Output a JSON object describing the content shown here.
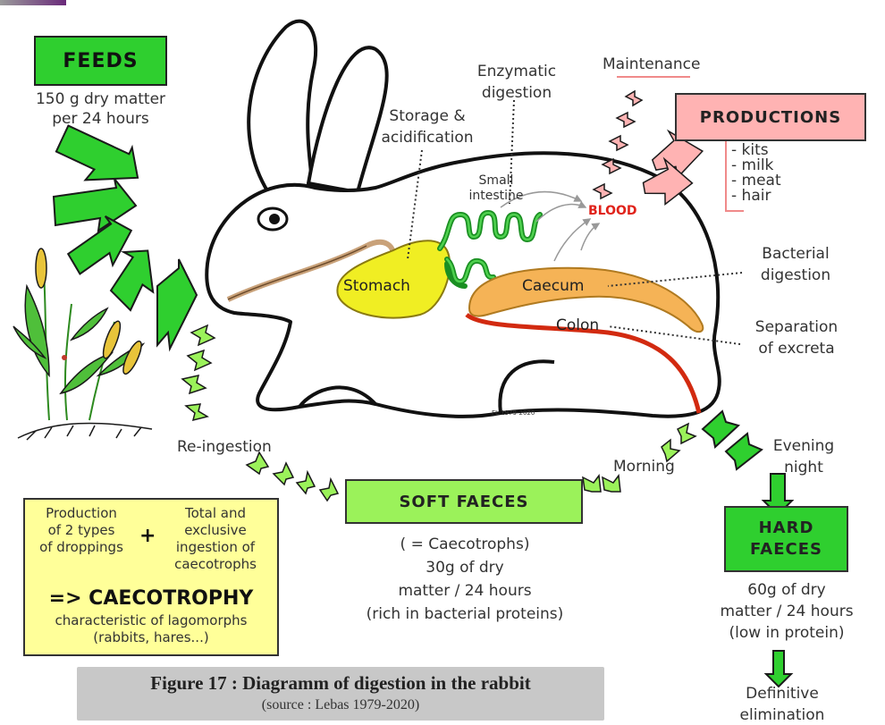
{
  "feeds": {
    "title": "FEEDS",
    "line1": "150 g dry matter",
    "line2": "per 24 hours"
  },
  "labels": {
    "storage1": "Storage &",
    "storage2": "acidification",
    "enzymatic1": "Enzymatic",
    "enzymatic2": "digestion",
    "small1": "Small",
    "small2": "intestine",
    "blood": "BLOOD",
    "stomach": "Stomach",
    "caecum": "Caecum",
    "colon": "Colon",
    "bacterial1": "Bacterial",
    "bacterial2": "digestion",
    "separation1": "Separation",
    "separation2": "of excreta",
    "reingestion": "Re-ingestion",
    "morning": "Morning",
    "evening1": "Evening",
    "evening2": "night",
    "maintenance": "Maintenance",
    "copyright": "FL 1979-2020"
  },
  "productions": {
    "title": "PRODUCTIONS",
    "items": [
      "- kits",
      "- milk",
      "- meat",
      "- hair"
    ]
  },
  "soft_faeces": {
    "title": "SOFT FAECES",
    "line1": "( = Caecotrophs)",
    "line2": "30g of dry",
    "line3": "matter / 24 hours",
    "line4": "(rich in bacterial proteins)"
  },
  "hard_faeces": {
    "title1": "HARD",
    "title2": "FAECES",
    "line1": "60g of dry",
    "line2": "matter / 24 hours",
    "line3": "(low in protein)",
    "elim1": "Definitive",
    "elim2": "elimination"
  },
  "caecotrophy": {
    "left1": "Production",
    "left2": "of 2 types",
    "left3": "of droppings",
    "plus": "+",
    "right1": "Total and",
    "right2": "exclusive",
    "right3": "ingestion of",
    "right4": "caecotrophs",
    "arrow": "=> CAECOTROPHY",
    "char1": "characteristic of lagomorphs",
    "char2": "(rabbits, hares...)"
  },
  "caption": {
    "title": "Figure 17 : Diagramm of digestion in the rabbit",
    "source": "(source : Lebas 1979-2020)"
  },
  "colors": {
    "green": "#2fcf2f",
    "lightgreen": "#9bf25a",
    "yellow_box": "#ffff99",
    "pink": "#ffb3b3",
    "stomach": "#f0ee23",
    "caecum": "#f5b356",
    "colon": "#d22a10"
  }
}
